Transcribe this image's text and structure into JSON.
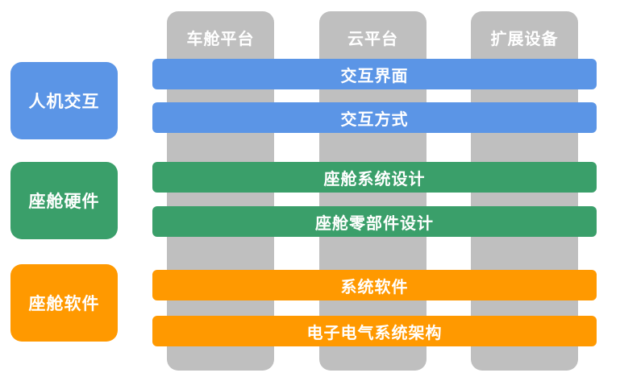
{
  "columns": [
    "车舱平台",
    "云平台",
    "扩展设备"
  ],
  "categories": [
    {
      "label": "人机交互",
      "color": "#5b95e6"
    },
    {
      "label": "座舱硬件",
      "color": "#3a9f6a"
    },
    {
      "label": "座舱软件",
      "color": "#ff9900"
    }
  ],
  "bars": [
    {
      "label": "交互界面",
      "group": "人机交互"
    },
    {
      "label": "交互方式",
      "group": "人机交互"
    },
    {
      "label": "座舱系统设计",
      "group": "座舱硬件"
    },
    {
      "label": "座舱零部件设计",
      "group": "座舱硬件"
    },
    {
      "label": "系统软件",
      "group": "座舱软件"
    },
    {
      "label": "电子电气系统架构",
      "group": "座舱软件"
    }
  ]
}
